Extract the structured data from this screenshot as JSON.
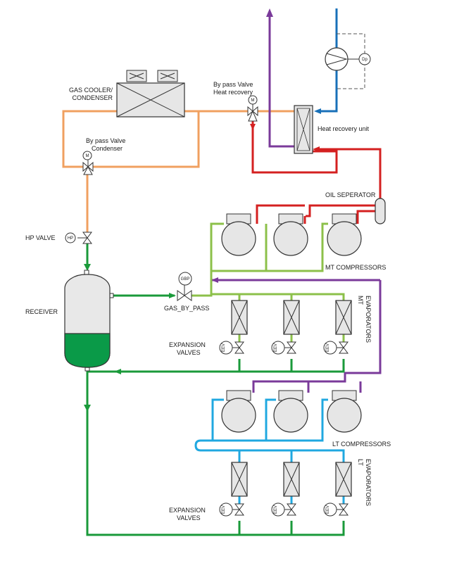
{
  "labels": {
    "gas_cooler_line1": "GAS COOLER/",
    "gas_cooler_line2": "CONDENSER",
    "bypass_hr_line1": "By pass Valve",
    "bypass_hr_line2": "Heat recovery",
    "bypass_cond_line1": "By pass Valve",
    "bypass_cond_line2": "Condenser",
    "heat_recovery_unit": "Heat recovery unit",
    "oil_separator": "OIL SEPERATOR",
    "hp_valve": "HP VALVE",
    "receiver": "RECEIVER",
    "gas_bypass": "GAS_BY_PASS",
    "mt_compressors": "MT COMPRESSORS",
    "lt_compressors": "LT COMPRESSORS",
    "mt_evap_line1": "MT",
    "mt_evap_line2": "EVAPORATORS",
    "lt_evap_line1": "LT",
    "lt_evap_line2": "EVAPORATORS",
    "exp_valves_mt_line1": "EXPANSION",
    "exp_valves_mt_line2": "VALVES",
    "exp_valves_lt_line1": "EXPANSION",
    "exp_valves_lt_line2": "VALVES"
  },
  "symbols": {
    "motor": "M",
    "pump_dp": "Dp",
    "gbp": "GBP",
    "eev": "EEV",
    "hp": "HP"
  },
  "colors": {
    "hot_gas": "#d42020",
    "gas_cooler_line": "#f0a060",
    "liquid": "#1a9a3a",
    "mt_suction": "#8cc04a",
    "lt_suction": "#20a8e0",
    "water_cold": "#1870b8",
    "water_return": "#7a3a9a",
    "equipment_fill": "#e6e6e6",
    "receiver_liquid": "#0a9a48"
  }
}
